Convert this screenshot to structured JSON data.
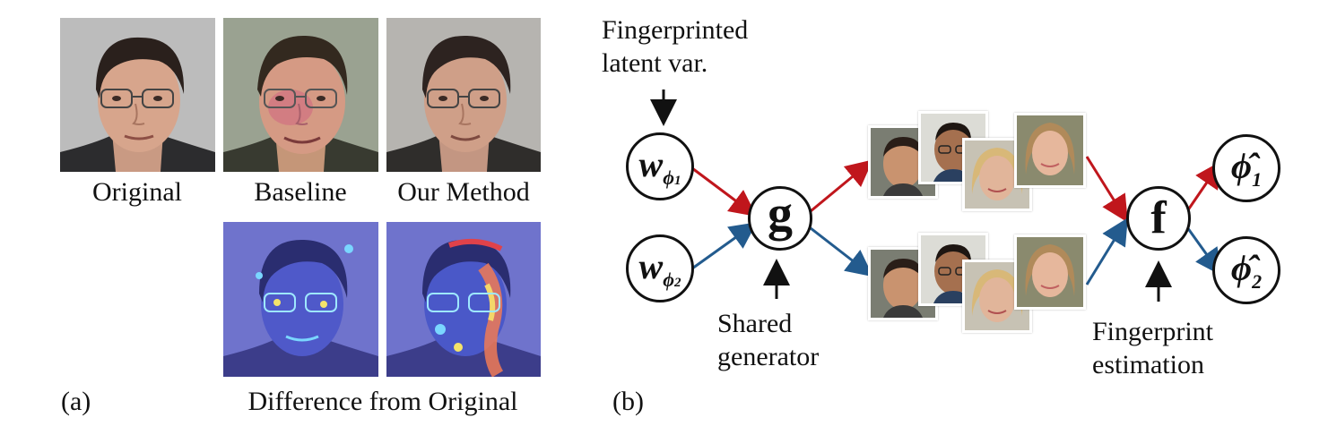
{
  "panel_a": {
    "tag": "(a)",
    "captions": [
      "Original",
      "Baseline",
      "Our Method"
    ],
    "diff_caption": "Difference from Original"
  },
  "panel_b": {
    "tag": "(b)",
    "fingerprinted_label": [
      "Fingerprinted",
      "latent var."
    ],
    "shared_label": [
      "Shared",
      "generator"
    ],
    "estimation_label": [
      "Fingerprint",
      "estimation"
    ],
    "nodes": {
      "w1": {
        "base": "w",
        "sub": "ϕ",
        "idx": "1"
      },
      "w2": {
        "base": "w",
        "sub": "ϕ",
        "idx": "2"
      },
      "g": "g",
      "f": "f",
      "phi1": {
        "base": "ϕ̂",
        "idx": "1"
      },
      "phi2": {
        "base": "ϕ̂",
        "idx": "2"
      }
    },
    "colors": {
      "red_path": "#c0161c",
      "blue_path": "#235b8e"
    }
  }
}
